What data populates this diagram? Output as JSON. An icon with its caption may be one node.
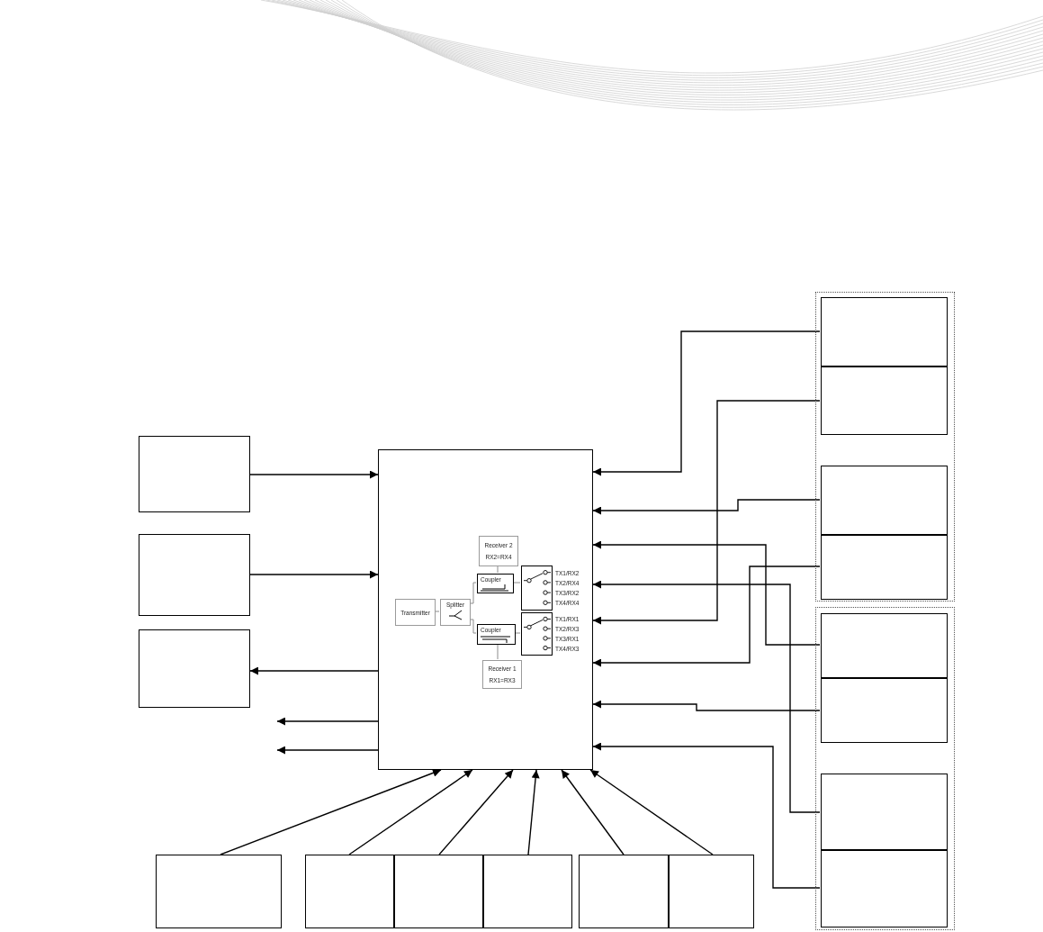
{
  "diagram": {
    "nodes": [
      {
        "text": [],
        "shape": "box"
      },
      {
        "text": [
          "Receiver 2",
          "RX2=RX4"
        ],
        "in": 0
      },
      {
        "text": [
          "Coupler"
        ],
        "in": 0
      },
      {
        "text": [],
        "shape": "box",
        "in": 0,
        "beside": [
          "TX1/RX2",
          "TX2/RX4",
          "TX3/RX2",
          "TX4/RX4"
        ]
      },
      {
        "text": [
          "Transmitter"
        ],
        "in": 0
      },
      {
        "text": [
          "Splitter"
        ],
        "in": 0
      },
      {
        "text": [
          "Coupler"
        ],
        "in": 0
      },
      {
        "text": [],
        "shape": "box",
        "in": 0,
        "beside": [
          "TX1/RX1",
          "TX2/RX3",
          "TX3/RX1",
          "TX4/RX3"
        ]
      },
      {
        "text": [
          "Receiver 1",
          "RX1=RX3"
        ],
        "in": 0
      },
      {
        "text": [],
        "shape": "box"
      },
      {
        "text": [],
        "shape": "box"
      },
      {
        "text": [],
        "shape": "box"
      },
      {
        "text": [],
        "shape": "box"
      },
      {
        "text": [],
        "shape": "box",
        "in": 12
      },
      {
        "text": [],
        "shape": "box",
        "in": 12
      },
      {
        "text": [],
        "shape": "box",
        "in": 12
      },
      {
        "text": [],
        "shape": "box",
        "in": 12
      },
      {
        "text": [],
        "shape": "box"
      },
      {
        "text": [],
        "shape": "box",
        "in": 17
      },
      {
        "text": [],
        "shape": "box",
        "in": 17
      },
      {
        "text": [],
        "shape": "box",
        "in": 17
      },
      {
        "text": [],
        "shape": "box",
        "in": 17
      },
      {
        "text": [],
        "shape": "box"
      },
      {
        "text": [],
        "shape": "box"
      },
      {
        "text": [],
        "shape": "box"
      },
      {
        "text": [],
        "shape": "box"
      },
      {
        "text": [],
        "shape": "box"
      },
      {
        "text": [],
        "shape": "box"
      }
    ],
    "edges": [
      {
        "from": 9,
        "to": 0,
        "arrow": "to"
      },
      {
        "from": 10,
        "to": 0,
        "arrow": "to"
      },
      {
        "from": 0,
        "to": 11,
        "arrow": "to"
      },
      {
        "from": 0,
        "to": null,
        "arrow": "to"
      },
      {
        "from": 0,
        "to": null,
        "arrow": "to"
      },
      {
        "from": 22,
        "to": 0,
        "arrow": "to"
      },
      {
        "from": 23,
        "to": 0,
        "arrow": "to"
      },
      {
        "from": 24,
        "to": 0,
        "arrow": "to"
      },
      {
        "from": 25,
        "to": 0,
        "arrow": "to"
      },
      {
        "from": 26,
        "to": 0,
        "arrow": "to"
      },
      {
        "from": 27,
        "to": 0,
        "arrow": "to"
      },
      {
        "from": 13,
        "to": 0,
        "arrow": "to"
      },
      {
        "from": 15,
        "to": 0,
        "arrow": "to"
      },
      {
        "from": 18,
        "to": 0,
        "arrow": "to"
      },
      {
        "from": 20,
        "to": 0,
        "arrow": "to"
      },
      {
        "from": 14,
        "to": 0,
        "arrow": "to"
      },
      {
        "from": 16,
        "to": 0,
        "arrow": "to"
      },
      {
        "from": 19,
        "to": 0,
        "arrow": "to"
      },
      {
        "from": 21,
        "to": 0,
        "arrow": "to"
      },
      {
        "from": 4,
        "to": 5,
        "arrow": "none",
        "color": "#8c8c8c"
      },
      {
        "from": 5,
        "to": 2,
        "arrow": "none",
        "color": "#8c8c8c"
      },
      {
        "from": 5,
        "to": 6,
        "arrow": "none",
        "color": "#8c8c8c"
      },
      {
        "from": 1,
        "to": 2,
        "arrow": "none",
        "color": "#8c8c8c"
      },
      {
        "from": 2,
        "to": 3,
        "arrow": "none",
        "color": "#8c8c8c"
      },
      {
        "from": 6,
        "to": 7,
        "arrow": "none",
        "color": "#8c8c8c"
      },
      {
        "from": 6,
        "to": 8,
        "arrow": "none",
        "color": "#8c8c8c"
      }
    ]
  }
}
